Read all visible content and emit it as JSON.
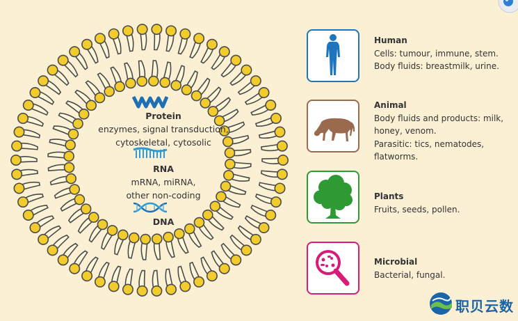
{
  "vesicle": {
    "protein": {
      "title": "Protein",
      "desc": "enzymes, signal transduction,\ncytoskeletal, cytosolic"
    },
    "rna": {
      "title": "RNA",
      "desc": "mRNA, miRNA,\nother non-coding"
    },
    "dna": {
      "title": "DNA"
    }
  },
  "sources": [
    {
      "title": "Human",
      "desc": "Cells: tumour, immune, stem.\nBody fluids: breastmilk, urine.",
      "icon": "human-silhouette-icon",
      "color": "#1f75bd"
    },
    {
      "title": "Animal",
      "desc": "Body fluids and products: milk,\nhoney, venom.\nParasitic: tics, nematodes,\nflatworms.",
      "icon": "horse-icon",
      "color": "#9a6a4f"
    },
    {
      "title": "Plants",
      "desc": "Fruits, seeds, pollen.",
      "icon": "tree-icon",
      "color": "#2e9a33"
    },
    {
      "title": "Microbial",
      "desc": "Bacterial, fungal.",
      "icon": "microbe-magnifier-icon",
      "color": "#d81b78"
    }
  ],
  "colors": {
    "background": "#fbf0d4",
    "lipid_head": "#f2cc2c",
    "lipid_outline": "#4a4a4a",
    "tail_fill": "#fdf6d8"
  },
  "watermark": {
    "text": "职贝云数"
  }
}
